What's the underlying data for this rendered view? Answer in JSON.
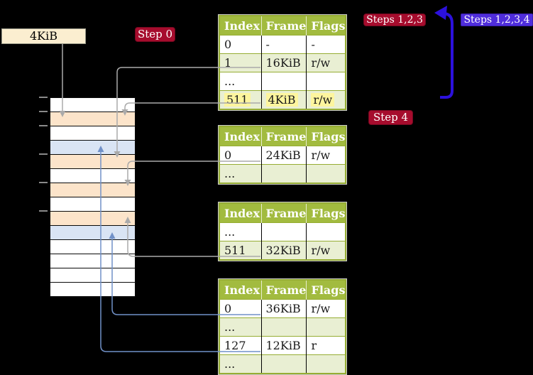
{
  "palette": {
    "background": "#000000",
    "frame_label_bg": "#fbeed0",
    "badge_red": "#a60c2d",
    "badge_blue": "#4f2ddc",
    "table_header_bg": "#a2bb3f",
    "table_row_alt_bg": "#e9efd3",
    "table_border": "#96ad33",
    "highlight_yellow": "#fdf59e",
    "memory_white": "#ffffff",
    "memory_peach": "#fce4ca",
    "memory_blue": "#d9e4f4",
    "arrow_gray": "#aaaaaa",
    "arrow_blue_thin": "#7191c8",
    "arrow_blue_thick": "#2c11dd"
  },
  "labels": {
    "frame_size": "4KiB",
    "step0": "Step 0",
    "steps123": "Steps 1,2,3",
    "steps1234": "Steps 1,2,3,4",
    "step4": "Step 4"
  },
  "memory": {
    "rows": [
      {
        "type": "free"
      },
      {
        "type": "table"
      },
      {
        "type": "free"
      },
      {
        "type": "page"
      },
      {
        "type": "table"
      },
      {
        "type": "free"
      },
      {
        "type": "table"
      },
      {
        "type": "free"
      },
      {
        "type": "table"
      },
      {
        "type": "page"
      },
      {
        "type": "free"
      },
      {
        "type": "free"
      },
      {
        "type": "free"
      },
      {
        "type": "free"
      }
    ]
  },
  "tables": [
    {
      "level": "level-4",
      "headers": [
        "Index",
        "Frame",
        "Flags"
      ],
      "rows": [
        {
          "cells": [
            "0",
            "-",
            "-"
          ],
          "shaded": false,
          "highlight": false
        },
        {
          "cells": [
            "1",
            "16KiB",
            "r/w"
          ],
          "shaded": true,
          "highlight": false
        },
        {
          "cells": [
            "...",
            "",
            ""
          ],
          "shaded": false,
          "highlight": false
        },
        {
          "cells": [
            "511",
            "4KiB",
            "r/w"
          ],
          "shaded": true,
          "highlight": true
        }
      ]
    },
    {
      "level": "level-3",
      "headers": [
        "Index",
        "Frame",
        "Flags"
      ],
      "rows": [
        {
          "cells": [
            "0",
            "24KiB",
            "r/w"
          ],
          "shaded": false,
          "highlight": false
        },
        {
          "cells": [
            "...",
            "",
            ""
          ],
          "shaded": true,
          "highlight": false
        }
      ]
    },
    {
      "level": "level-2",
      "headers": [
        "Index",
        "Frame",
        "Flags"
      ],
      "rows": [
        {
          "cells": [
            "...",
            "",
            ""
          ],
          "shaded": false,
          "highlight": false
        },
        {
          "cells": [
            "511",
            "32KiB",
            "r/w"
          ],
          "shaded": true,
          "highlight": false
        }
      ]
    },
    {
      "level": "level-1",
      "headers": [
        "Index",
        "Frame",
        "Flags"
      ],
      "rows": [
        {
          "cells": [
            "0",
            "36KiB",
            "r/w"
          ],
          "shaded": false,
          "highlight": false
        },
        {
          "cells": [
            "...",
            "",
            ""
          ],
          "shaded": true,
          "highlight": false
        },
        {
          "cells": [
            "127",
            "12KiB",
            "r"
          ],
          "shaded": false,
          "highlight": false
        },
        {
          "cells": [
            "...",
            "",
            ""
          ],
          "shaded": true,
          "highlight": false
        }
      ]
    }
  ]
}
